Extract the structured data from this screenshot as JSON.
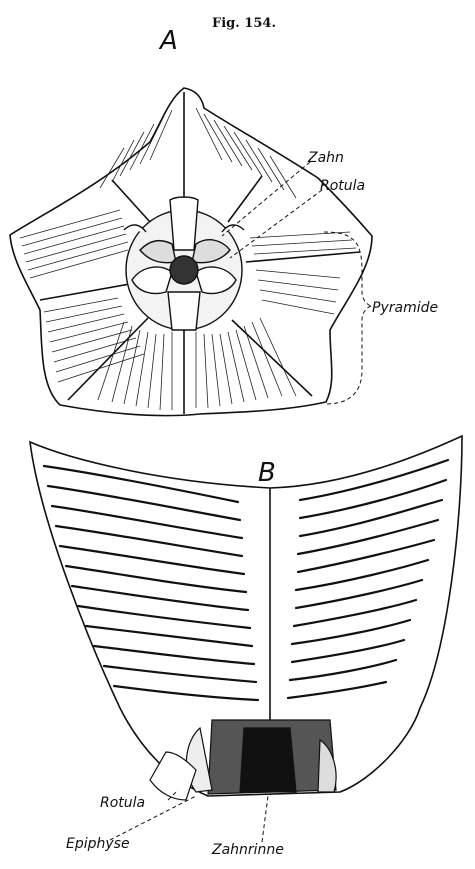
{
  "figure": {
    "title": "Fig. 154.",
    "panel_a": {
      "letter": "A",
      "labels": {
        "zahn": "Zahn",
        "rotula": "Rotula",
        "pyramide": "Pyramide"
      }
    },
    "panel_b": {
      "letter": "B",
      "labels": {
        "rotula": "Rotula",
        "epiphyse": "Epiphyse",
        "zahnrinne": "Zahnrinne"
      }
    }
  }
}
